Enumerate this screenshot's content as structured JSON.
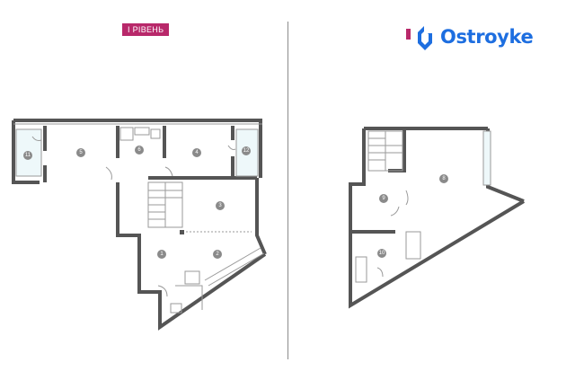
{
  "level_badge": "І РІВЕНЬ",
  "brand": {
    "name": "Ostroyke",
    "logo_icon": "ostroyke-logo-icon",
    "color": "#1d6ee0",
    "accent": "#b8286a"
  },
  "colors": {
    "wall": "#555555",
    "thin_line": "#9a9a9a",
    "marker": "#8a8a8a",
    "balcony": "#cfeef3"
  },
  "levels": [
    {
      "id": "level-1",
      "rooms": [
        "1",
        "2",
        "3",
        "4",
        "5",
        "6",
        "11",
        "12"
      ]
    },
    {
      "id": "level-2",
      "rooms": [
        "8",
        "9",
        "10"
      ]
    }
  ]
}
